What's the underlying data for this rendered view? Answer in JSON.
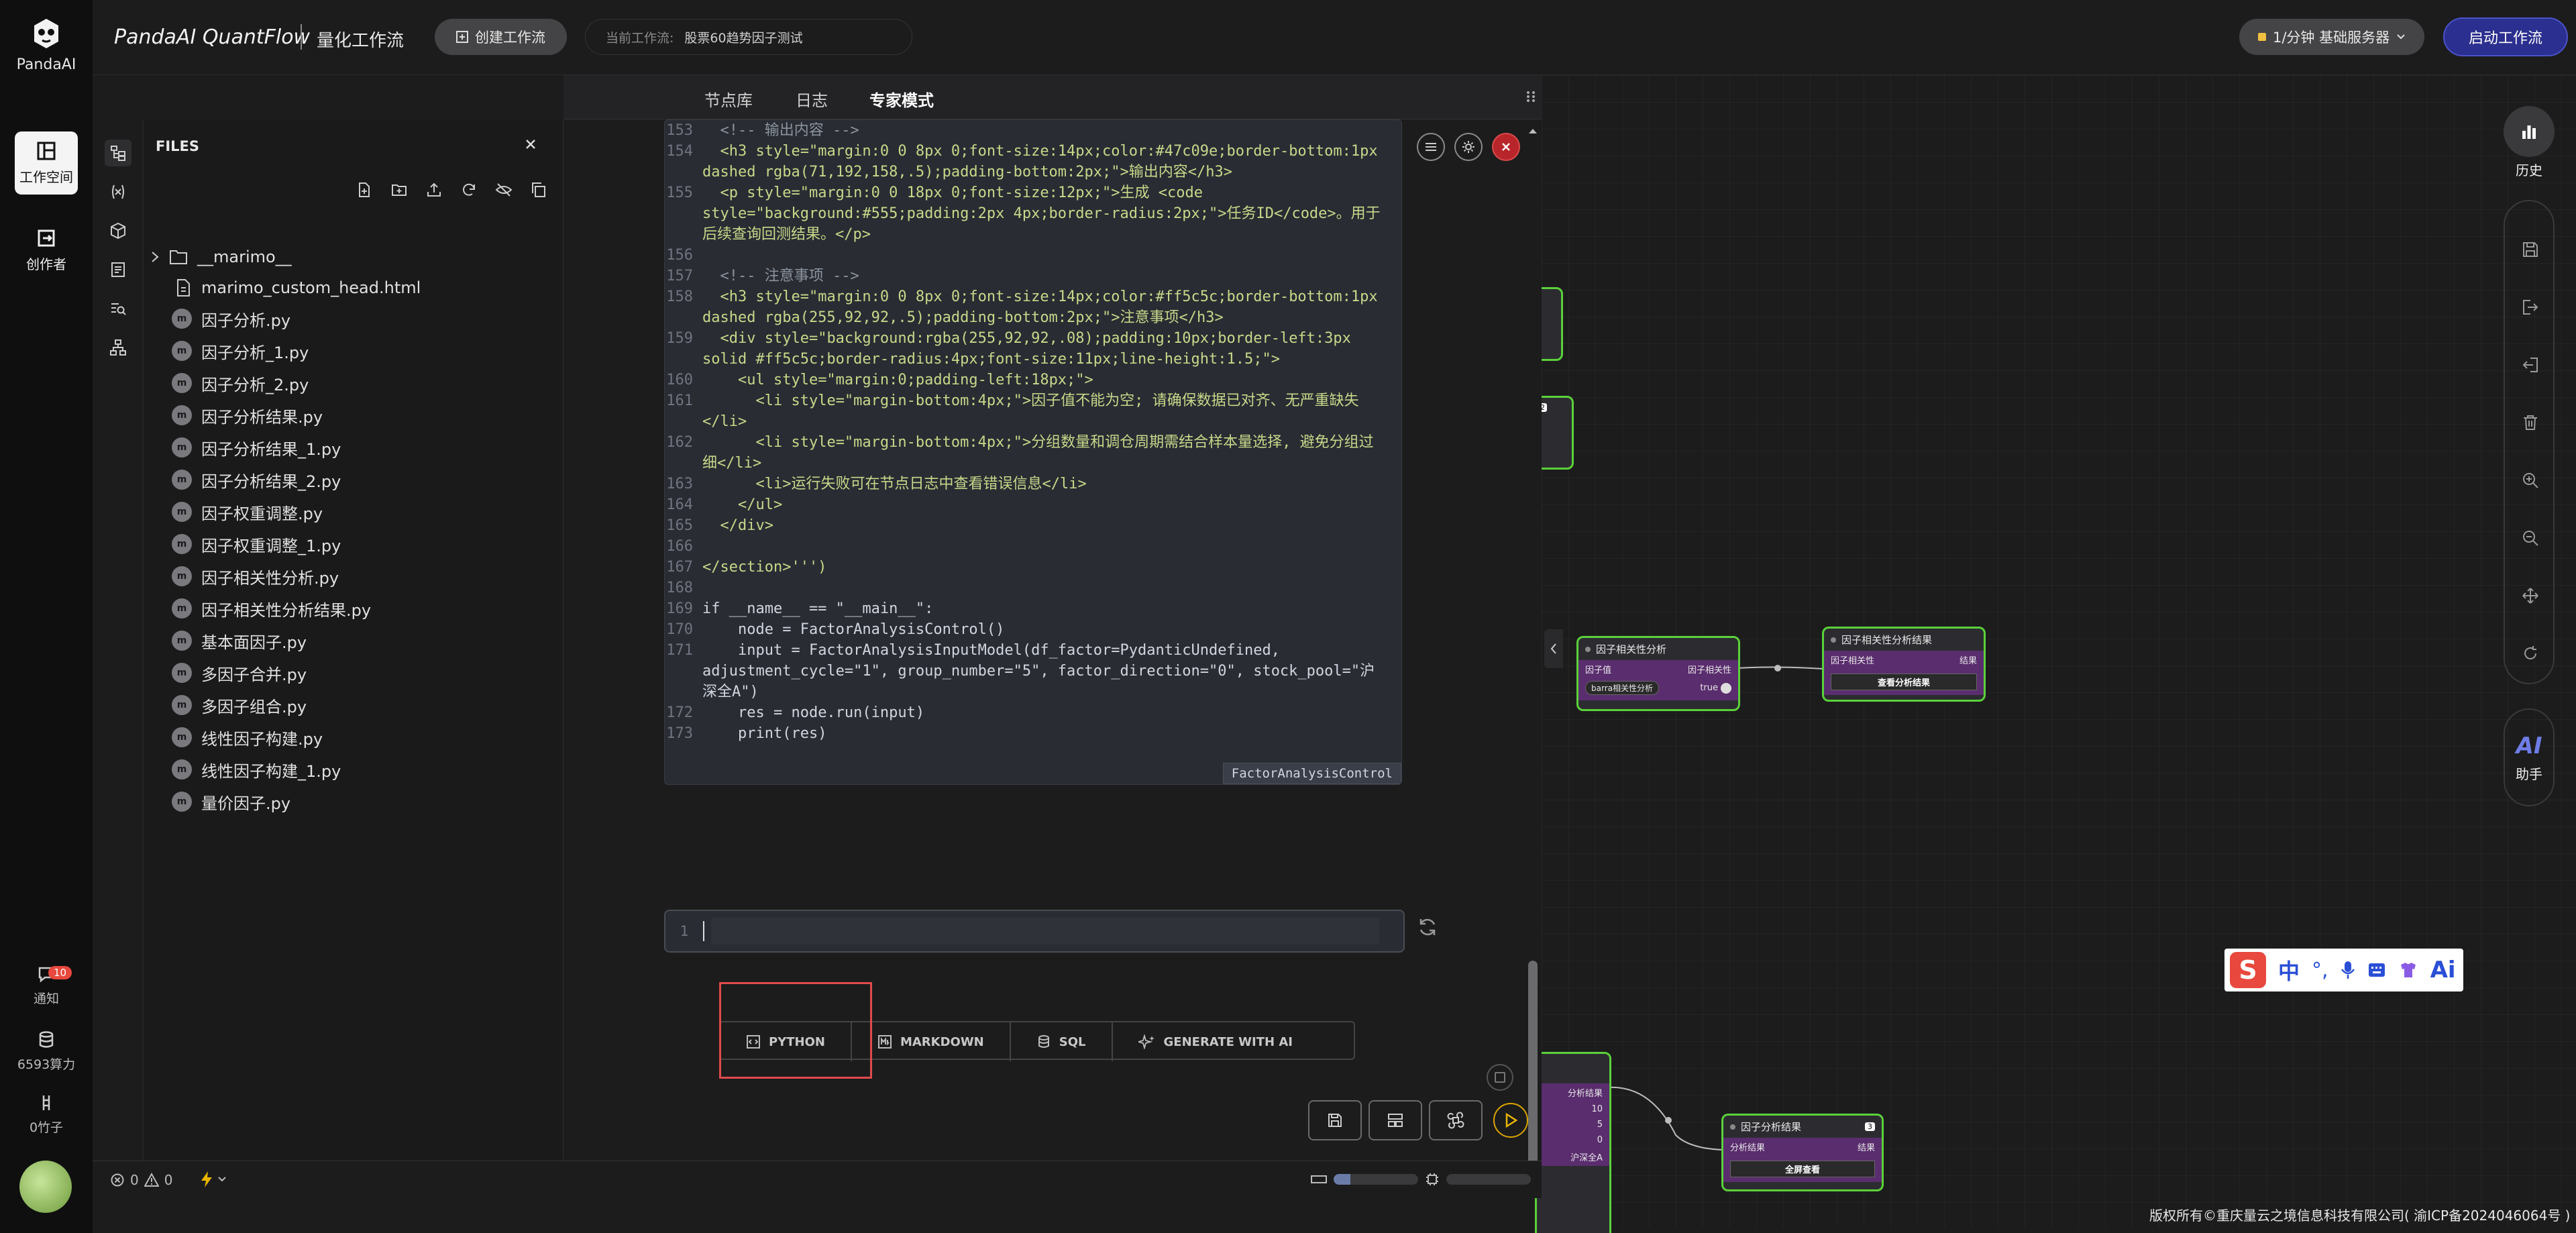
{
  "rail": {
    "logo": "PandaAI",
    "workspace": "工作空间",
    "creator": "创作者",
    "notify_label": "通知",
    "notify_count": "10",
    "compute": "6593算力",
    "bamboo": "0竹子"
  },
  "header": {
    "title": "PandaAI QuantFlow",
    "subtitle": "量化工作流",
    "create_btn": "创建工作流",
    "current_label": "当前工作流:",
    "current_name": "股票60趋势因子测试",
    "server": "1/分钟  基础服务器",
    "start_btn": "启动工作流"
  },
  "tabs": [
    "节点库",
    "日志",
    "专家模式"
  ],
  "files": {
    "title": "FILES",
    "items": [
      "__marimo__",
      "marimo_custom_head.html",
      "因子分析.py",
      "因子分析_1.py",
      "因子分析_2.py",
      "因子分析结果.py",
      "因子分析结果_1.py",
      "因子分析结果_2.py",
      "因子权重调整.py",
      "因子权重调整_1.py",
      "因子相关性分析.py",
      "因子相关性分析结果.py",
      "基本面因子.py",
      "多因子合并.py",
      "多因子组合.py",
      "线性因子构建.py",
      "线性因子构建_1.py",
      "量价因子.py"
    ]
  },
  "code": {
    "lines": [
      {
        "n": "153",
        "t": "  <!-- 输出内容 -->"
      },
      {
        "n": "154",
        "t": "  <h3 style=\"margin:0 0 8px 0;font-size:14px;color:#47c09e;border-bottom:1px dashed rgba(71,192,158,.5);padding-bottom:2px;\">输出内容</h3>"
      },
      {
        "n": "155",
        "t": "  <p style=\"margin:0 0 18px 0;font-size:12px;\">生成 <code style=\"background:#555;padding:2px 4px;border-radius:2px;\">任务ID</code>。用于后续查询回测结果。</p>"
      },
      {
        "n": "156",
        "t": ""
      },
      {
        "n": "157",
        "t": "  <!-- 注意事项 -->"
      },
      {
        "n": "158",
        "t": "  <h3 style=\"margin:0 0 8px 0;font-size:14px;color:#ff5c5c;border-bottom:1px dashed rgba(255,92,92,.5);padding-bottom:2px;\">注意事项</h3>"
      },
      {
        "n": "159",
        "t": "  <div style=\"background:rgba(255,92,92,.08);padding:10px;border-left:3px solid #ff5c5c;border-radius:4px;font-size:11px;line-height:1.5;\">"
      },
      {
        "n": "160",
        "t": "    <ul style=\"margin:0;padding-left:18px;\">"
      },
      {
        "n": "161",
        "t": "      <li style=\"margin-bottom:4px;\">因子值不能为空; 请确保数据已对齐、无严重缺失</li>"
      },
      {
        "n": "162",
        "t": "      <li style=\"margin-bottom:4px;\">分组数量和调仓周期需结合样本量选择, 避免分组过细</li>"
      },
      {
        "n": "163",
        "t": "      <li>运行失败可在节点日志中查看错误信息</li>"
      },
      {
        "n": "164",
        "t": "    </ul>"
      },
      {
        "n": "165",
        "t": "  </div>"
      },
      {
        "n": "166",
        "t": ""
      },
      {
        "n": "167",
        "t": "</section>''')"
      },
      {
        "n": "168",
        "t": ""
      },
      {
        "n": "169",
        "t": "if __name__ == \"__main__\":"
      },
      {
        "n": "170",
        "t": "    node = FactorAnalysisControl()"
      },
      {
        "n": "171",
        "t": "    input = FactorAnalysisInputModel(df_factor=PydanticUndefined, adjustment_cycle=\"1\", group_number=\"5\", factor_direction=\"0\", stock_pool=\"沪深全A\")"
      },
      {
        "n": "172",
        "t": "    res = node.run(input)"
      },
      {
        "n": "173",
        "t": "    print(res)"
      }
    ],
    "chip": "FactorAnalysisControl"
  },
  "newcell": {
    "line": "1"
  },
  "cell_types": [
    "PYTHON",
    "MARKDOWN",
    "SQL",
    "GENERATE WITH AI"
  ],
  "status": {
    "errors": "0",
    "warnings": "0"
  },
  "right_panel": {
    "history": "历史",
    "assistant_logo": "AI",
    "assistant": "助手"
  },
  "ime": {
    "cn": "中",
    "ai": "Ai"
  },
  "nodes": {
    "corr": {
      "title": "因子相关性分析",
      "in": "因子值",
      "out": "因子相关性",
      "toggle_label": "barra相关性分析",
      "toggle_value": "true"
    },
    "corr_result": {
      "title": "因子相关性分析结果",
      "in": "因子相关性",
      "out": "结果",
      "btn": "查看分析结果"
    },
    "fa_result": {
      "title": "因子分析结果",
      "badge": "3",
      "in": "分析结果",
      "out": "结果",
      "btn": "全屏查看"
    },
    "fa_partial": {
      "out": "分析结果",
      "v1": "10",
      "v2": "5",
      "v3": "0",
      "v4": "沪深全A"
    },
    "p2_badge": "2"
  },
  "footer": "版权所有©重庆量云之境信息科技有限公司( 渝ICP备2024046064号 )",
  "colors": {
    "accent": "#5bd13a",
    "node_purple": "#5a2d6e",
    "highlight": "#e04b4b",
    "primary_btn": "#2b2f8f"
  }
}
